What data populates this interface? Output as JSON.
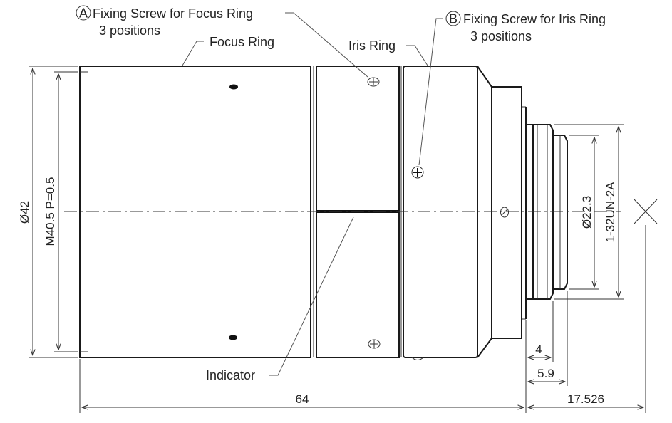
{
  "callouts": {
    "a_marker": "A",
    "a_title": "Fixing Screw for Focus Ring",
    "a_sub": "3 positions",
    "b_marker": "B",
    "b_title": "Fixing Screw for Iris Ring",
    "b_sub": "3 positions"
  },
  "labels": {
    "focus_ring": "Focus Ring",
    "iris_ring": "Iris Ring",
    "indicator": "Indicator"
  },
  "dimensions": {
    "outer_diameter": "Ø42",
    "filter_thread": "M40.5 P=0.5",
    "inner_diameter": "Ø22.3",
    "mount_thread": "1-32UN-2A",
    "length_4": "4",
    "length_5_9": "5.9",
    "total_length": "64",
    "flange_back": "17.526"
  },
  "colors": {
    "line": "#1a1a1a",
    "text": "#222222",
    "background": "#ffffff"
  }
}
